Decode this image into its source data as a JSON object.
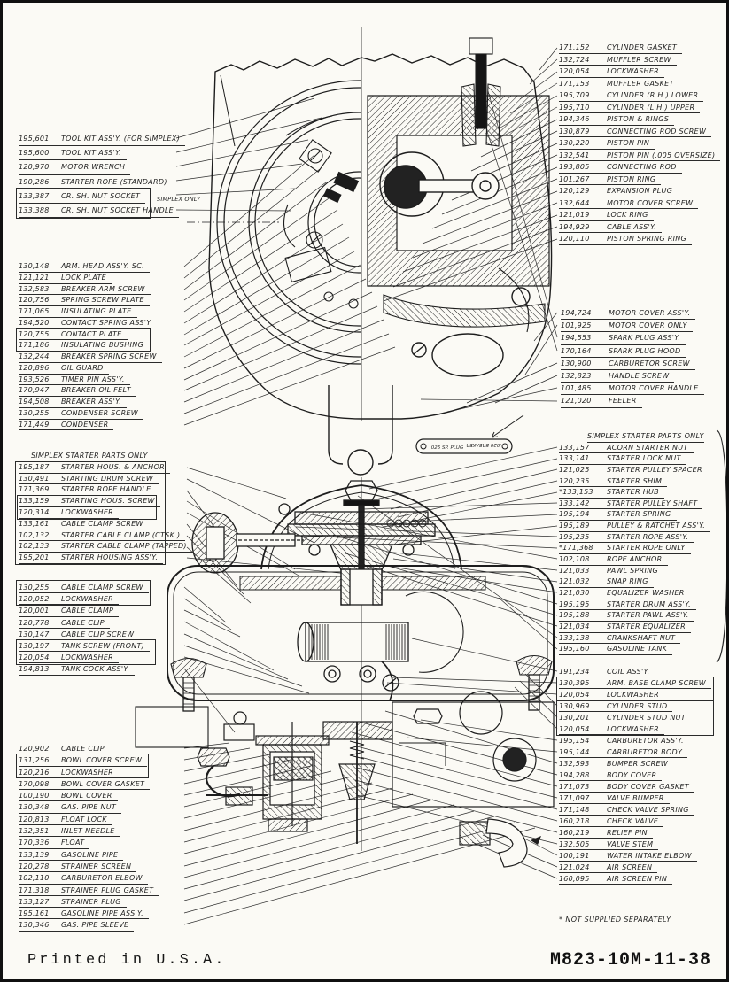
{
  "footer": {
    "printed": "Printed in U.S.A.",
    "doc_number": "M823-10M-11-38"
  },
  "footnote": "* NOT SUPPLIED SEPARATELY",
  "feeler_gauge": {
    "line1": ".025 SP. PLUG",
    "line2": ".020 BREAKER"
  },
  "left_groups": [
    {
      "note": "SIMPLEX ONLY",
      "items": [
        {
          "num": "195,601",
          "desc": "TOOL KIT ASS'Y. (FOR SIMPLEX)"
        },
        {
          "num": "195,600",
          "desc": "TOOL KIT ASS'Y."
        },
        {
          "num": "120,970",
          "desc": "MOTOR WRENCH"
        },
        {
          "num": "190,286",
          "desc": "STARTER ROPE (STANDARD)"
        },
        {
          "num": "133,387",
          "desc": "CR. SH. NUT SOCKET"
        },
        {
          "num": "133,388",
          "desc": "CR. SH. NUT SOCKET HANDLE"
        }
      ]
    },
    {
      "items": [
        {
          "num": "130,148",
          "desc": "ARM. HEAD ASS'Y. SC."
        },
        {
          "num": "121,121",
          "desc": "LOCK PLATE"
        },
        {
          "num": "132,583",
          "desc": "BREAKER ARM SCREW"
        },
        {
          "num": "120,756",
          "desc": "SPRING SCREW PLATE"
        },
        {
          "num": "171,065",
          "desc": "INSULATING PLATE"
        },
        {
          "num": "194,520",
          "desc": "CONTACT SPRING ASS'Y."
        },
        {
          "num": "120,755",
          "desc": "CONTACT PLATE"
        },
        {
          "num": "171,186",
          "desc": "INSULATING BUSHING"
        },
        {
          "num": "132,244",
          "desc": "BREAKER SPRING SCREW"
        },
        {
          "num": "120,896",
          "desc": "OIL GUARD"
        },
        {
          "num": "193,526",
          "desc": "TIMER PIN ASS'Y."
        },
        {
          "num": "170,947",
          "desc": "BREAKER OIL FELT"
        },
        {
          "num": "194,508",
          "desc": "BREAKER ASS'Y."
        },
        {
          "num": "130,255",
          "desc": "CONDENSER SCREW"
        },
        {
          "num": "171,449",
          "desc": "CONDENSER"
        }
      ]
    },
    {
      "header": "SIMPLEX STARTER PARTS ONLY",
      "items": [
        {
          "num": "195,187",
          "desc": "STARTER HOUS. & ANCHOR"
        },
        {
          "num": "130,491",
          "desc": "STARTING DRUM SCREW"
        },
        {
          "num": "171,369",
          "desc": "STARTER ROPE HANDLE"
        },
        {
          "num": "133,159",
          "desc": "STARTING HOUS. SCREW"
        },
        {
          "num": "120,314",
          "desc": "LOCKWASHER"
        },
        {
          "num": "133,161",
          "desc": "CABLE CLAMP SCREW"
        },
        {
          "num": "102,132",
          "desc": "STARTER CABLE CLAMP (CTSK.)"
        },
        {
          "num": "102,133",
          "desc": "STARTER CABLE CLAMP (TAPPED)"
        },
        {
          "num": "195,201",
          "desc": "STARTER HOUSING ASS'Y."
        }
      ]
    },
    {
      "items": [
        {
          "num": "130,255",
          "desc": "CABLE CLAMP SCREW"
        },
        {
          "num": "120,052",
          "desc": "LOCKWASHER"
        },
        {
          "num": "120,001",
          "desc": "CABLE CLAMP"
        },
        {
          "num": "120,778",
          "desc": "CABLE CLIP"
        },
        {
          "num": "130,147",
          "desc": "CABLE CLIP SCREW"
        },
        {
          "num": "130,197",
          "desc": "TANK SCREW (FRONT)"
        },
        {
          "num": "120,054",
          "desc": "LOCKWASHER"
        },
        {
          "num": "194,813",
          "desc": "TANK COCK ASS'Y."
        }
      ]
    },
    {
      "items": [
        {
          "num": "120,902",
          "desc": "CABLE CLIP"
        },
        {
          "num": "131,256",
          "desc": "BOWL COVER SCREW"
        },
        {
          "num": "120,216",
          "desc": "LOCKWASHER"
        },
        {
          "num": "170,098",
          "desc": "BOWL COVER GASKET"
        },
        {
          "num": "100,190",
          "desc": "BOWL COVER"
        },
        {
          "num": "130,348",
          "desc": "GAS. PIPE NUT"
        },
        {
          "num": "120,813",
          "desc": "FLOAT LOCK"
        },
        {
          "num": "132,351",
          "desc": "INLET NEEDLE"
        },
        {
          "num": "170,336",
          "desc": "FLOAT"
        },
        {
          "num": "133,139",
          "desc": "GASOLINE PIPE"
        },
        {
          "num": "120,278",
          "desc": "STRAINER SCREEN"
        },
        {
          "num": "102,110",
          "desc": "CARBURETOR ELBOW"
        },
        {
          "num": "171,318",
          "desc": "STRAINER PLUG GASKET"
        },
        {
          "num": "133,127",
          "desc": "STRAINER PLUG"
        },
        {
          "num": "195,161",
          "desc": "GASOLINE PIPE ASS'Y."
        },
        {
          "num": "130,346",
          "desc": "GAS. PIPE SLEEVE"
        }
      ]
    }
  ],
  "right_groups": [
    {
      "items": [
        {
          "num": "171,152",
          "desc": "CYLINDER GASKET"
        },
        {
          "num": "132,724",
          "desc": "MUFFLER SCREW"
        },
        {
          "num": "120,054",
          "desc": "LOCKWASHER"
        },
        {
          "num": "171,153",
          "desc": "MUFFLER GASKET"
        },
        {
          "num": "195,709",
          "desc": "CYLINDER (R.H.) LOWER"
        },
        {
          "num": "195,710",
          "desc": "CYLINDER (L.H.) UPPER"
        },
        {
          "num": "194,346",
          "desc": "PISTON & RINGS"
        },
        {
          "num": "130,879",
          "desc": "CONNECTING ROD SCREW"
        },
        {
          "num": "130,220",
          "desc": "PISTON PIN"
        },
        {
          "num": "132,541",
          "desc": "PISTON PIN (.005 OVERSIZE)"
        },
        {
          "num": "193,805",
          "desc": "CONNECTING ROD"
        },
        {
          "num": "101,267",
          "desc": "PISTON RING"
        },
        {
          "num": "120,129",
          "desc": "EXPANSION PLUG"
        },
        {
          "num": "132,644",
          "desc": "MOTOR COVER SCREW"
        },
        {
          "num": "121,019",
          "desc": "LOCK RING"
        },
        {
          "num": "194,929",
          "desc": "CABLE ASS'Y."
        },
        {
          "num": "120,110",
          "desc": "PISTON SPRING RING"
        }
      ]
    },
    {
      "items": [
        {
          "num": "194,724",
          "desc": "MOTOR COVER ASS'Y."
        },
        {
          "num": "101,925",
          "desc": "MOTOR COVER ONLY"
        },
        {
          "num": "194,553",
          "desc": "SPARK PLUG ASS'Y."
        },
        {
          "num": "170,164",
          "desc": "SPARK PLUG HOOD"
        },
        {
          "num": "130,900",
          "desc": "CARBURETOR SCREW"
        },
        {
          "num": "132,823",
          "desc": "HANDLE SCREW"
        },
        {
          "num": "101,485",
          "desc": "MOTOR COVER HANDLE"
        },
        {
          "num": "121,020",
          "desc": "FEELER"
        }
      ]
    },
    {
      "header": "SIMPLEX STARTER PARTS ONLY",
      "items": [
        {
          "num": "133,157",
          "desc": "ACORN STARTER NUT"
        },
        {
          "num": "133,141",
          "desc": "STARTER LOCK NUT"
        },
        {
          "num": "121,025",
          "desc": "STARTER PULLEY SPACER"
        },
        {
          "num": "120,235",
          "desc": "STARTER SHIM"
        },
        {
          "num": "*133,153",
          "desc": "STARTER HUB"
        },
        {
          "num": "133,142",
          "desc": "STARTER PULLEY SHAFT"
        },
        {
          "num": "195,194",
          "desc": "STARTER SPRING"
        },
        {
          "num": "195,189",
          "desc": "PULLEY & RATCHET ASS'Y."
        },
        {
          "num": "195,235",
          "desc": "STARTER ROPE ASS'Y."
        },
        {
          "num": "*171,368",
          "desc": "STARTER ROPE ONLY"
        },
        {
          "num": "102,108",
          "desc": "ROPE ANCHOR"
        },
        {
          "num": "121,033",
          "desc": "PAWL SPRING"
        },
        {
          "num": "121,032",
          "desc": "SNAP RING"
        },
        {
          "num": "121,030",
          "desc": "EQUALIZER WASHER"
        },
        {
          "num": "195,195",
          "desc": "STARTER DRUM ASS'Y."
        },
        {
          "num": "195,188",
          "desc": "STARTER PAWL ASS'Y."
        },
        {
          "num": "121,034",
          "desc": "STARTER EQUALIZER"
        },
        {
          "num": "133,138",
          "desc": "CRANKSHAFT NUT"
        },
        {
          "num": "195,160",
          "desc": "GASOLINE TANK"
        }
      ]
    },
    {
      "items": [
        {
          "num": "191,234",
          "desc": "COIL ASS'Y."
        },
        {
          "num": "130,395",
          "desc": "ARM. BASE CLAMP SCREW"
        },
        {
          "num": "120,054",
          "desc": "LOCKWASHER"
        },
        {
          "num": "130,969",
          "desc": "CYLINDER STUD"
        },
        {
          "num": "130,201",
          "desc": "CYLINDER STUD NUT"
        },
        {
          "num": "120,054",
          "desc": "LOCKWASHER"
        },
        {
          "num": "195,154",
          "desc": "CARBURETOR ASS'Y."
        },
        {
          "num": "195,144",
          "desc": "CARBURETOR BODY"
        },
        {
          "num": "132,593",
          "desc": "BUMPER SCREW"
        },
        {
          "num": "194,288",
          "desc": "BODY COVER"
        },
        {
          "num": "171,073",
          "desc": "BODY COVER GASKET"
        },
        {
          "num": "171,097",
          "desc": "VALVE BUMPER"
        },
        {
          "num": "171,148",
          "desc": "CHECK VALVE SPRING"
        },
        {
          "num": "160,218",
          "desc": "CHECK VALVE"
        },
        {
          "num": "160,219",
          "desc": "RELIEF PIN"
        },
        {
          "num": "132,505",
          "desc": "VALVE STEM"
        },
        {
          "num": "100,191",
          "desc": "WATER INTAKE ELBOW"
        },
        {
          "num": "121,024",
          "desc": "AIR SCREEN"
        },
        {
          "num": "160,095",
          "desc": "AIR SCREEN PIN"
        }
      ]
    }
  ]
}
